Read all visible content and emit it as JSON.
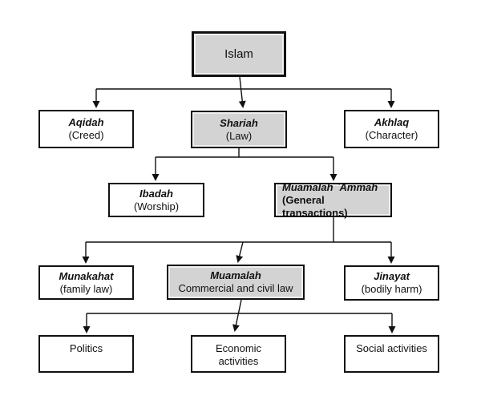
{
  "diagram": {
    "type": "hierarchy-flowchart",
    "colors": {
      "background": "#ffffff",
      "box_border": "#111111",
      "highlight_fill": "#d3d3d3",
      "plain_fill": "#ffffff",
      "connector": "#111111"
    },
    "nodes": {
      "islam": {
        "line1": "Islam"
      },
      "aqidah": {
        "line1": "Aqidah",
        "line2": "(Creed)"
      },
      "shariah": {
        "line1": "Shariah",
        "line2": "(Law)"
      },
      "akhlaq": {
        "line1": "Akhlaq",
        "line2": "(Character)"
      },
      "ibadah": {
        "line1": "Ibadah",
        "line2": "(Worship)"
      },
      "muamalah_ammah": {
        "line1": "Muamalah  `Ammah",
        "line2": "(General transactions)"
      },
      "munakahat": {
        "line1": "Munakahat",
        "line2": "(family law)"
      },
      "muamalah": {
        "line1": "Muamalah",
        "line2": "Commercial and civil law"
      },
      "jinayat": {
        "line1": "Jinayat",
        "line2": "(bodily harm)"
      },
      "politics": {
        "line1": "Politics"
      },
      "economic": {
        "line1": "Economic",
        "line2": "activities"
      },
      "social": {
        "line1": "Social activities"
      }
    },
    "edges": [
      "islam->aqidah",
      "islam->shariah",
      "islam->akhlaq",
      "shariah->ibadah",
      "shariah->muamalah_ammah",
      "muamalah_ammah->munakahat",
      "muamalah_ammah->muamalah",
      "muamalah_ammah->jinayat",
      "muamalah->politics",
      "muamalah->economic",
      "muamalah->social"
    ]
  }
}
